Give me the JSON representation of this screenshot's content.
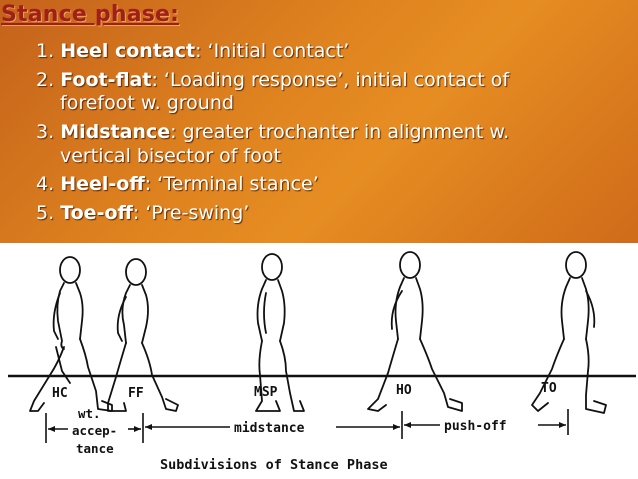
{
  "title": "Stance phase:",
  "phases": [
    {
      "num": "1.",
      "term": "Heel contact",
      "desc": ": ‘Initial contact’",
      "cont": ""
    },
    {
      "num": "2.",
      "term": "Foot-flat",
      "desc": ": ‘Loading response’, initial contact of",
      "cont": "forefoot w. ground"
    },
    {
      "num": "3.",
      "term": "Midstance",
      "desc": ": greater trochanter in alignment w.",
      "cont": "vertical bisector of foot"
    },
    {
      "num": "4.",
      "term": "Heel-off",
      "desc": ": ‘Terminal stance’",
      "cont": ""
    },
    {
      "num": "5.",
      "term": "Toe-off",
      "desc": ": ‘Pre-swing’",
      "cont": ""
    }
  ],
  "figure": {
    "labels": {
      "hc": "HC",
      "ff": "FF",
      "msp": "MSP",
      "ho": "HO",
      "to": "TO"
    },
    "subdivisions": {
      "wt_line1": "wt.",
      "wt_line2": "accep-",
      "wt_line3": "tance",
      "midstance": "midstance",
      "pushoff": "push-off"
    },
    "caption": "Subdivisions of Stance Phase"
  },
  "colors": {
    "title": "#a02018",
    "background_top": "#de821f",
    "text": "#ffffff"
  }
}
